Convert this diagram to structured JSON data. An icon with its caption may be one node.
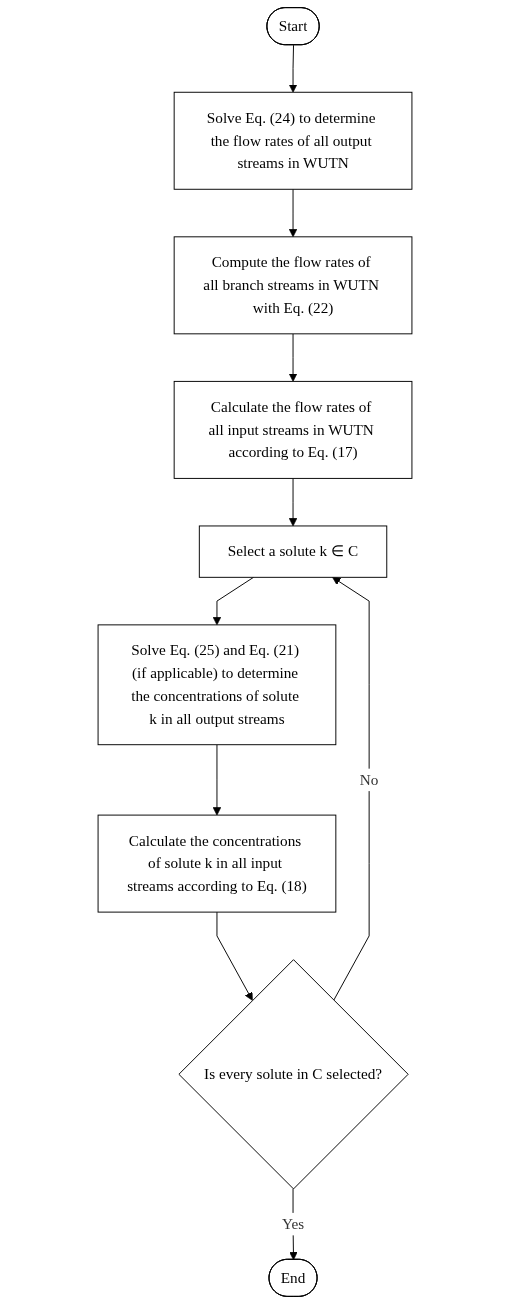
{
  "diagram": {
    "nodes": [
      {
        "text": [
          "Start"
        ]
      },
      {
        "text": [
          "Solve Eq. (24) to determine the flow rates of all output streams in WUTN"
        ]
      },
      {
        "text": [
          "Compute the flow rates of all branch streams in WUTN with Eq. (22)"
        ]
      },
      {
        "text": [
          "Calculate the flow rates of all input streams in WUTN according to Eq. (17)"
        ]
      },
      {
        "text": [
          "Select a solute k ∈ C"
        ]
      },
      {
        "text": [
          "Solve Eq. (25) and Eq. (21) (if applicable) to determine the concentrations of solute k in all output streams"
        ]
      },
      {
        "text": [
          "Calculate the concentrations of solute k in all input streams according to Eq. (18)"
        ]
      },
      {
        "text": [
          "Is every solute in C selected?"
        ]
      },
      {
        "text": [
          "End"
        ]
      }
    ],
    "edges": [
      {
        "from": 0,
        "to": 1,
        "arrow": "to"
      },
      {
        "from": 1,
        "to": 2,
        "arrow": "to"
      },
      {
        "from": 2,
        "to": 3,
        "arrow": "to"
      },
      {
        "from": 3,
        "to": 4,
        "arrow": "to"
      },
      {
        "from": 4,
        "to": 5,
        "arrow": "to"
      },
      {
        "from": 5,
        "to": 6,
        "arrow": "to"
      },
      {
        "from": 6,
        "to": 7,
        "arrow": "to"
      },
      {
        "from": 7,
        "to": 8,
        "label": "Yes",
        "arrow": "to"
      },
      {
        "from": 7,
        "to": 4,
        "label": "No",
        "arrow": "to"
      }
    ]
  }
}
